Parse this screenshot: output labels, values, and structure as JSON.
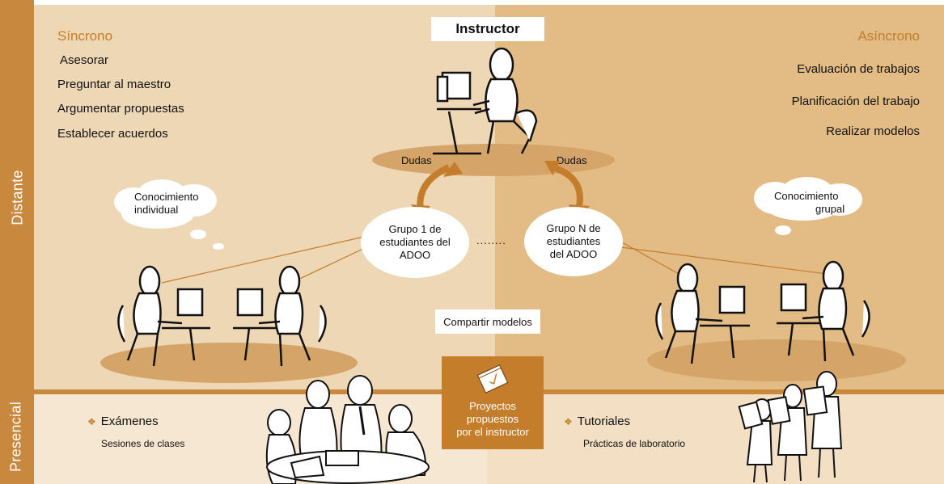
{
  "rows": {
    "distant": "Distante",
    "presential": "Presencial"
  },
  "synchronous": {
    "heading": "Síncrono",
    "items": [
      "Asesorar",
      "Preguntar al maestro",
      "Argumentar propuestas",
      "Establecer acuerdos"
    ]
  },
  "asynchronous": {
    "heading": "Asíncrono",
    "items": [
      "Evaluación de trabajos",
      "Planificación del trabajo",
      "Realizar modelos"
    ]
  },
  "instructor": {
    "label": "Instructor"
  },
  "doubts": {
    "left": "Dudas",
    "right": "Dudas"
  },
  "thoughts": {
    "individual": [
      "Conocimiento",
      "individual"
    ],
    "group": [
      "Conocimiento",
      "grupal"
    ]
  },
  "groups": {
    "first": [
      "Grupo 1 de",
      "estudiantes del",
      "ADOO"
    ],
    "nth": [
      "Grupo N de",
      "estudiantes",
      "del ADOO"
    ],
    "ellipsis": "........"
  },
  "share_models": "Compartir modelos",
  "projects": [
    "Proyectos",
    "propuestos",
    "por el instructor"
  ],
  "presential": {
    "left": {
      "title": "Exámenes",
      "subtitle": "Sesiones de clases"
    },
    "right": {
      "title": "Tutoriales",
      "subtitle": "Prácticas de laboratorio"
    }
  },
  "colors": {
    "band_dark": "#c8893e",
    "panel_left": "#eed7b5",
    "panel_right": "#e3bb85",
    "presential_left": "#f6e7d2",
    "presential_right": "#f2dfc4",
    "ellipse": "#d4a468",
    "arrow": "#c47d2a",
    "projects_box": "#c47d2a",
    "heading_accent": "#c47d2a"
  },
  "icons": [
    "person-at-computer-icon",
    "double-arrow-icon",
    "notebook-icon",
    "meeting-group-icon",
    "people-with-documents-icon",
    "thought-bubble-icon"
  ]
}
